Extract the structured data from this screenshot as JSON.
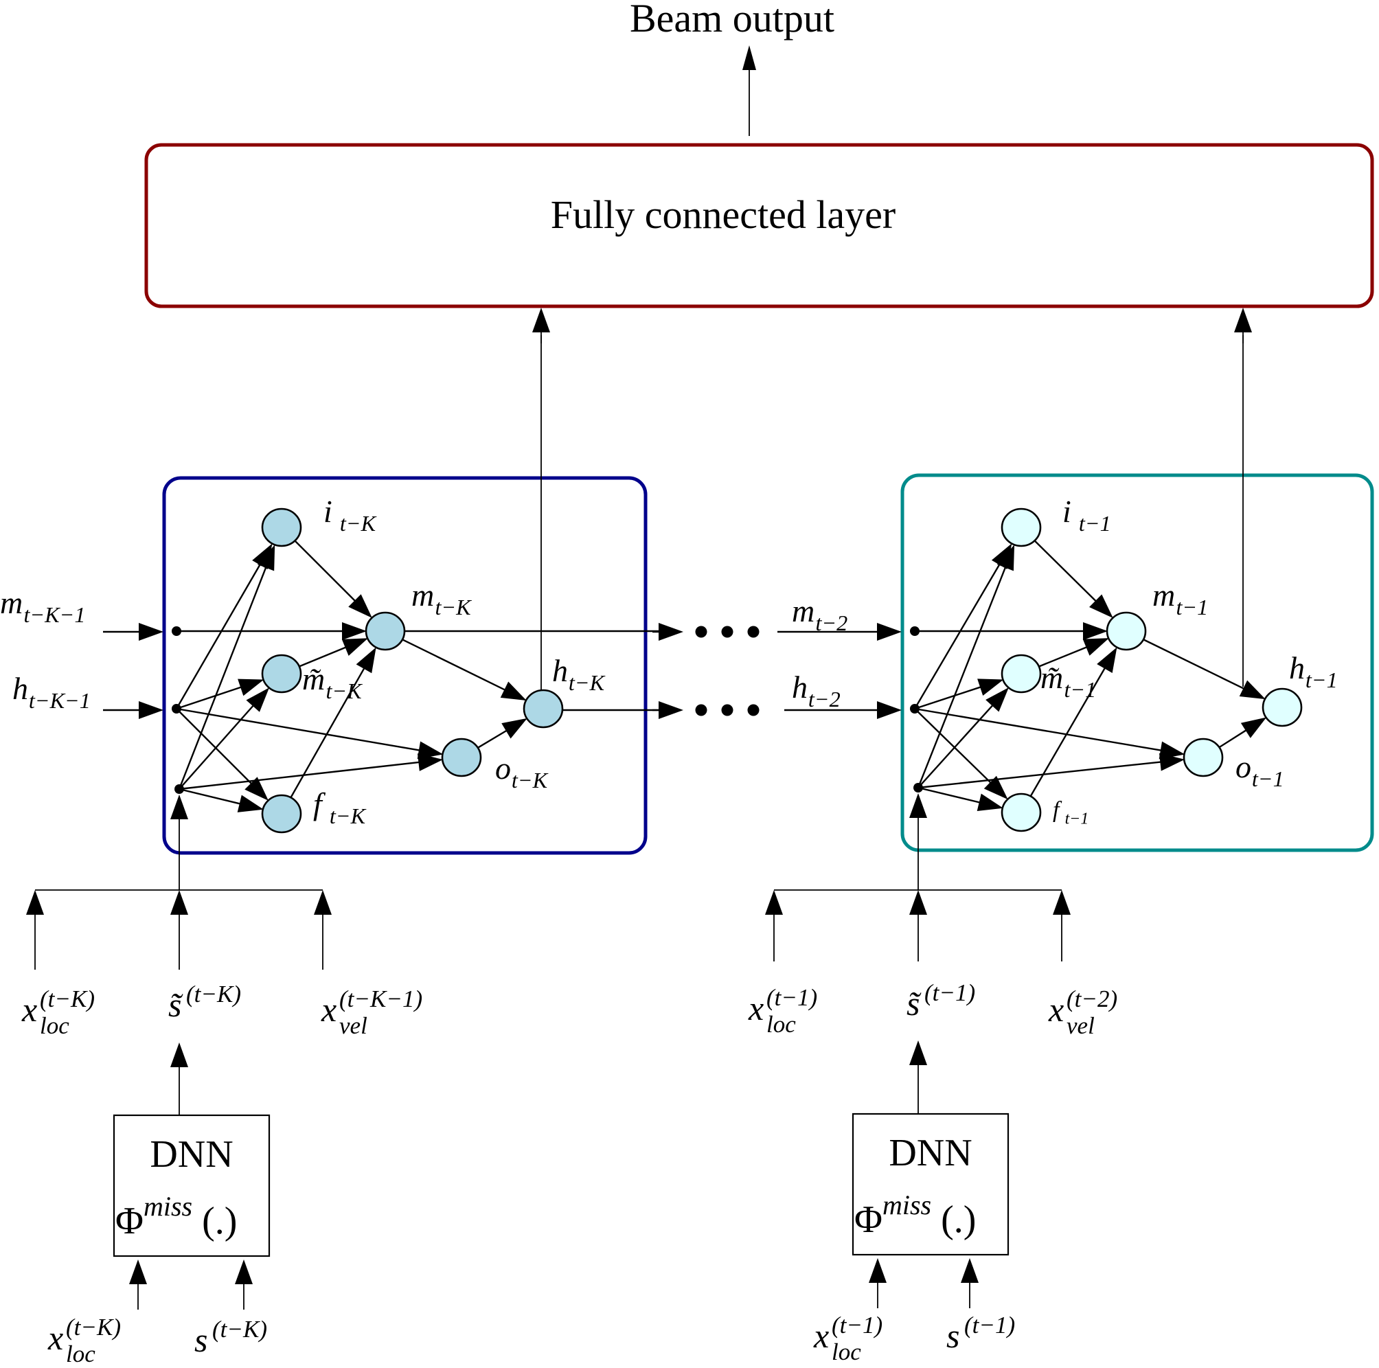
{
  "title_output": "Beam output",
  "fc_layer": {
    "label": "Fully connected layer",
    "border_color": "#8B0000"
  },
  "colors": {
    "lstm_left_border": "#00008B",
    "lstm_right_border": "#008B8B",
    "node_left_fill": "#ADD8E6",
    "node_right_fill": "#E0FFFF",
    "line": "#000000"
  },
  "ellipsis": "• • •",
  "cells": [
    {
      "id": "left",
      "nodes": {
        "i": {
          "base": "i",
          "sub": "t−K"
        },
        "m": {
          "base": "m",
          "sub": "t−K"
        },
        "mt": {
          "base": "m̃",
          "sub": "t−K"
        },
        "f": {
          "base": "f",
          "sub": "t−K"
        },
        "o": {
          "base": "o",
          "sub": "t−K"
        },
        "h": {
          "base": "h",
          "sub": "t−K"
        }
      },
      "inputs_state": {
        "m_prev": {
          "base": "m",
          "sub": "t−K−1"
        },
        "h_prev": {
          "base": "h",
          "sub": "t−K−1"
        }
      },
      "inputs": [
        {
          "base": "x",
          "sup": "(t−K)",
          "sub": "loc"
        },
        {
          "base": "s̃",
          "sup": "(t−K)",
          "sub": ""
        },
        {
          "base": "x",
          "sup": "(t−K−1)",
          "sub": "vel"
        }
      ],
      "dnn": {
        "title": "DNN",
        "func_base": "Φ",
        "func_sup": "miss",
        "func_args": "(.)",
        "inputs": [
          {
            "base": "x",
            "sup": "(t−K)",
            "sub": "loc"
          },
          {
            "base": "s",
            "sup": "(t−K)",
            "sub": ""
          }
        ]
      }
    },
    {
      "id": "right",
      "nodes": {
        "i": {
          "base": "i",
          "sub": "t−1"
        },
        "m": {
          "base": "m",
          "sub": "t−1"
        },
        "mt": {
          "base": "m̃",
          "sub": "t−1"
        },
        "f": {
          "base": "f",
          "sub": "t−1"
        },
        "o": {
          "base": "o",
          "sub": "t−1"
        },
        "h": {
          "base": "h",
          "sub": "t−1"
        }
      },
      "inputs_state": {
        "m_prev": {
          "base": "m",
          "sub": "t−2"
        },
        "h_prev": {
          "base": "h",
          "sub": "t−2"
        }
      },
      "inputs": [
        {
          "base": "x",
          "sup": "(t−1)",
          "sub": "loc"
        },
        {
          "base": "s̃",
          "sup": "(t−1)",
          "sub": ""
        },
        {
          "base": "x",
          "sup": "(t−2)",
          "sub": "vel"
        }
      ],
      "dnn": {
        "title": "DNN",
        "func_base": "Φ",
        "func_sup": "miss",
        "func_args": "(.)",
        "inputs": [
          {
            "base": "x",
            "sup": "(t−1)",
            "sub": "loc"
          },
          {
            "base": "s",
            "sup": "(t−1)",
            "sub": ""
          }
        ]
      }
    }
  ]
}
